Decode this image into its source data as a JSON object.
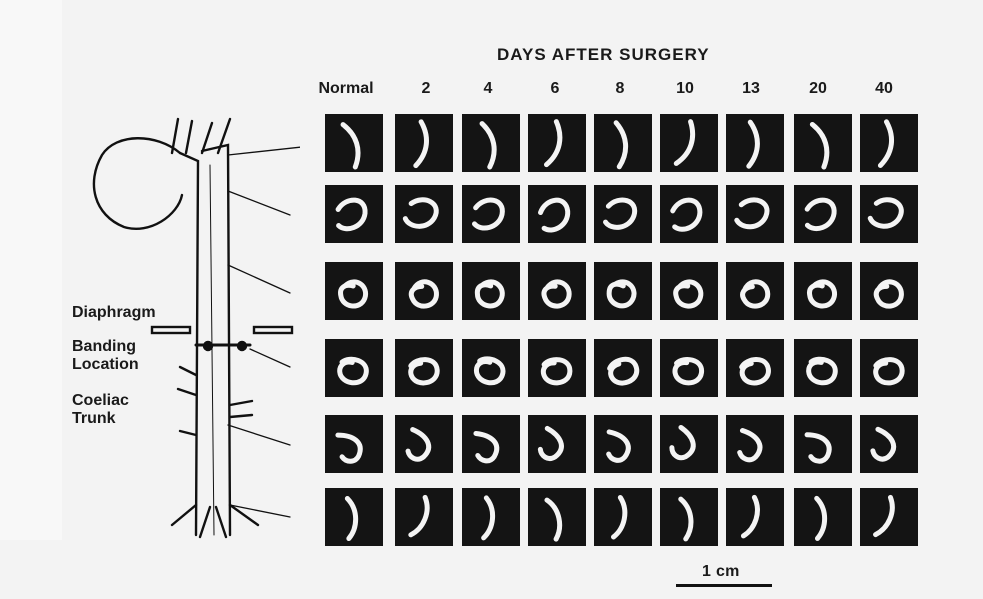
{
  "figure": {
    "title": "DAYS AFTER SURGERY",
    "columns": [
      "Normal",
      "2",
      "4",
      "6",
      "8",
      "10",
      "13",
      "20",
      "40"
    ],
    "anatomy_labels": {
      "diaphragm": "Diaphragm",
      "banding_1": "Banding",
      "banding_2": "Location",
      "coeliac_1": "Coeliac",
      "coeliac_2": "Trunk"
    },
    "scale": "1 cm",
    "rows": 6
  }
}
